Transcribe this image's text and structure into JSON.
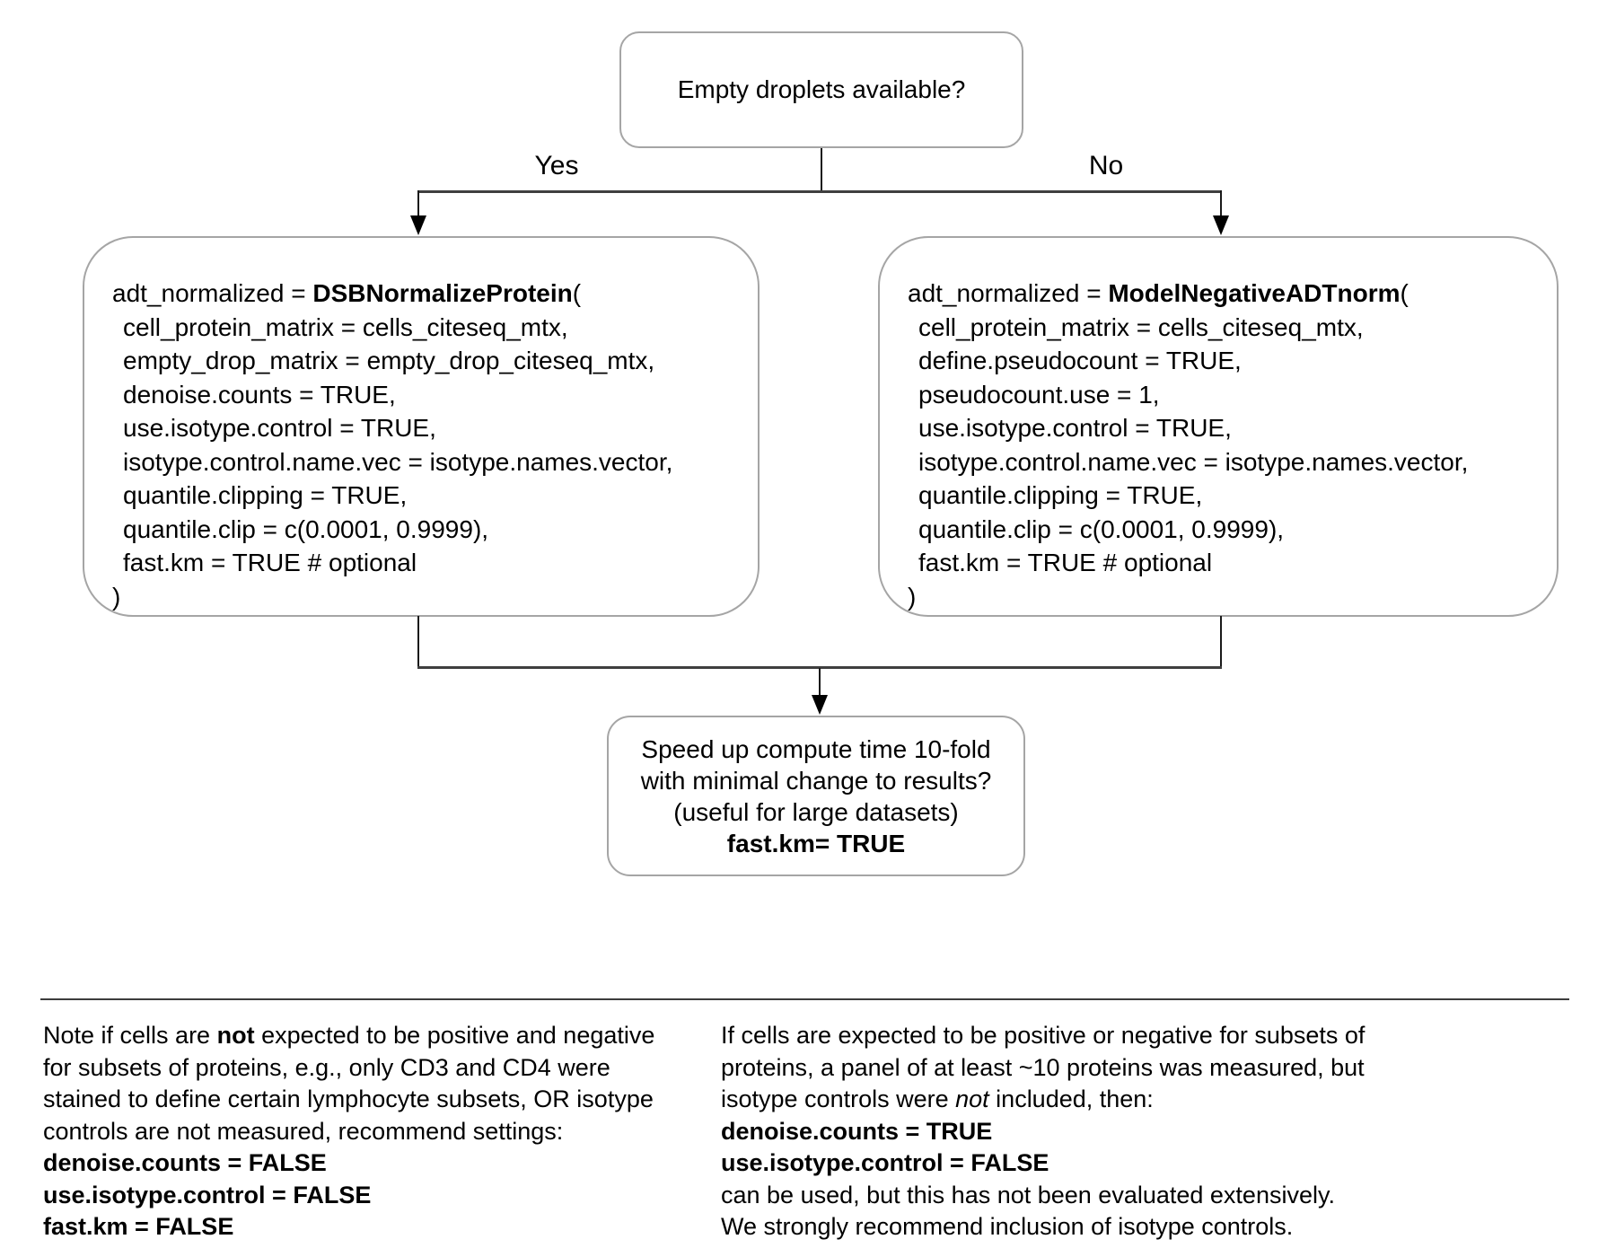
{
  "flowchart": {
    "decision": {
      "text": "Empty droplets available?"
    },
    "branches": {
      "yes": "Yes",
      "no": "No"
    },
    "dsb_box": {
      "assign": "adt_normalized = ",
      "function": "DSBNormalizeProtein",
      "open_paren": "(",
      "params": [
        "cell_protein_matrix = cells_citeseq_mtx,",
        "empty_drop_matrix = empty_drop_citeseq_mtx,",
        "denoise.counts = TRUE,",
        "use.isotype.control = TRUE,",
        "isotype.control.name.vec = isotype.names.vector,",
        "quantile.clipping = TRUE,",
        "quantile.clip = c(0.0001, 0.9999),",
        "fast.km = TRUE # optional"
      ],
      "close_paren": ")"
    },
    "model_box": {
      "assign": "adt_normalized = ",
      "function": "ModelNegativeADTnorm",
      "open_paren": "(",
      "params": [
        "cell_protein_matrix = cells_citeseq_mtx,",
        "define.pseudocount = TRUE,",
        "pseudocount.use = 1,",
        "use.isotype.control = TRUE,",
        "isotype.control.name.vec = isotype.names.vector,",
        "quantile.clipping = TRUE,",
        "quantile.clip = c(0.0001, 0.9999),",
        "fast.km = TRUE # optional"
      ],
      "close_paren": ")"
    },
    "speed_box": {
      "lines": [
        "Speed up compute time 10-fold",
        "with minimal change to results?",
        "(useful for large datasets)"
      ],
      "bold_line": "fast.km= TRUE"
    }
  },
  "footnotes": {
    "left": {
      "line1_pre": "Note if cells are ",
      "line1_bold": "not",
      "line1_post": " expected to be positive and negative",
      "line2": "for subsets of proteins, e.g., only CD3 and CD4 were",
      "line3": "stained to define certain lymphocyte subsets, OR isotype",
      "line4": "controls are not measured, recommend settings:",
      "settings": [
        "denoise.counts = FALSE",
        "use.isotype.control = FALSE",
        "fast.km = FALSE"
      ]
    },
    "right": {
      "line1": "If cells are expected to be positive or negative for subsets of",
      "line2": "proteins, a panel of at least ~10 proteins was measured, but",
      "line3_pre": "isotype controls were ",
      "line3_italic": "not",
      "line3_post": " included, then:",
      "settings": [
        "denoise.counts = TRUE",
        "use.isotype.control = FALSE"
      ],
      "line4": "can be used, but this has not been evaluated extensively.",
      "line5": "We strongly recommend inclusion of isotype controls."
    }
  }
}
